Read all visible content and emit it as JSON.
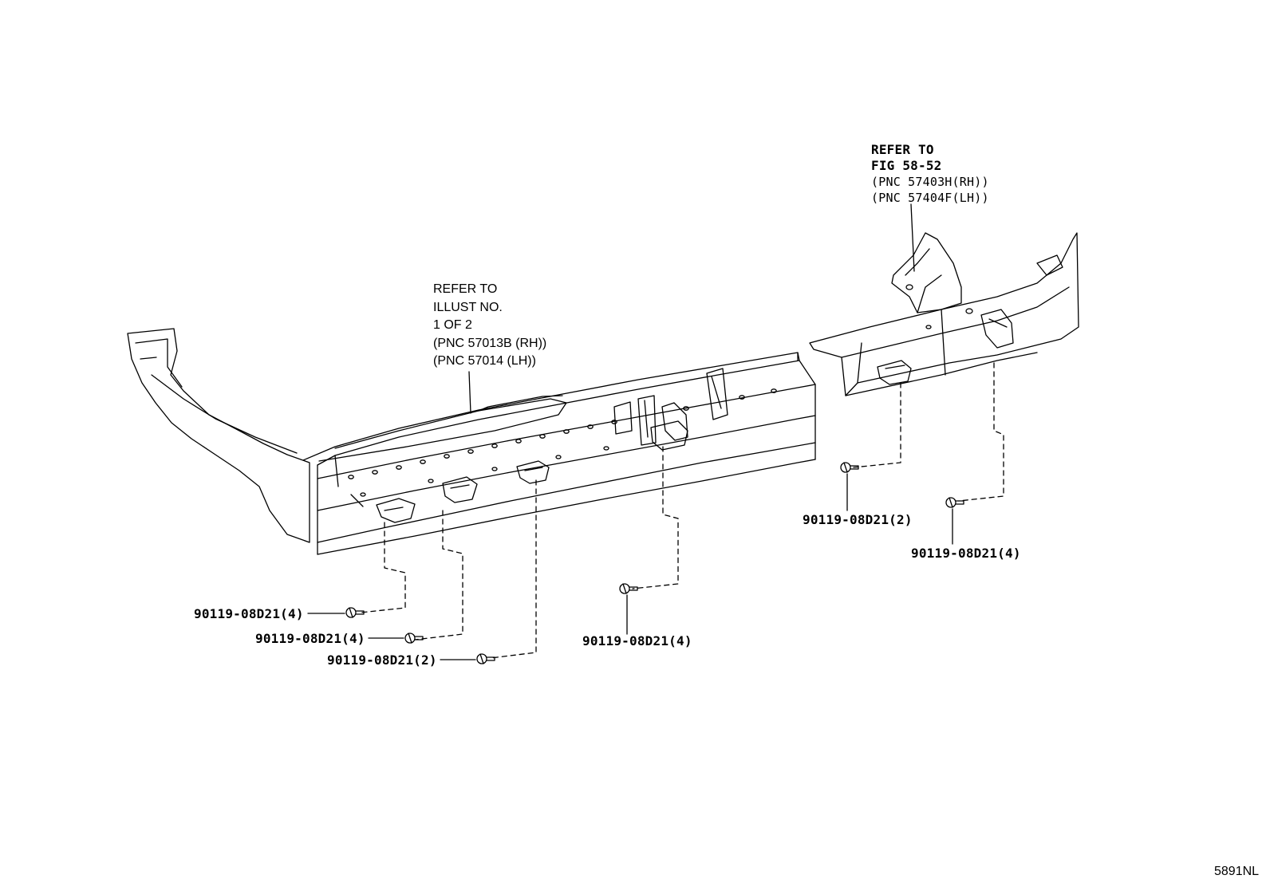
{
  "references": {
    "center": {
      "lines": [
        "REFER TO",
        "ILLUST NO.",
        "1 OF 2",
        "(PNC 57013B (RH))",
        "(PNC 57014 (LH))"
      ]
    },
    "right": {
      "lines": [
        "REFER TO",
        "FIG 58-52",
        "(PNC 57403H(RH))",
        "(PNC 57404F(LH))"
      ]
    }
  },
  "callouts": [
    {
      "id": "c1",
      "part": "90119-08D21(4)"
    },
    {
      "id": "c2",
      "part": "90119-08D21(4)"
    },
    {
      "id": "c3",
      "part": "90119-08D21(2)"
    },
    {
      "id": "c4",
      "part": "90119-08D21(4)"
    },
    {
      "id": "c5",
      "part": "90119-08D21(2)"
    },
    {
      "id": "c6",
      "part": "90119-08D21(4)"
    }
  ],
  "figure_id": "5891NL",
  "colors": {
    "line": "#000000",
    "background": "#ffffff"
  }
}
